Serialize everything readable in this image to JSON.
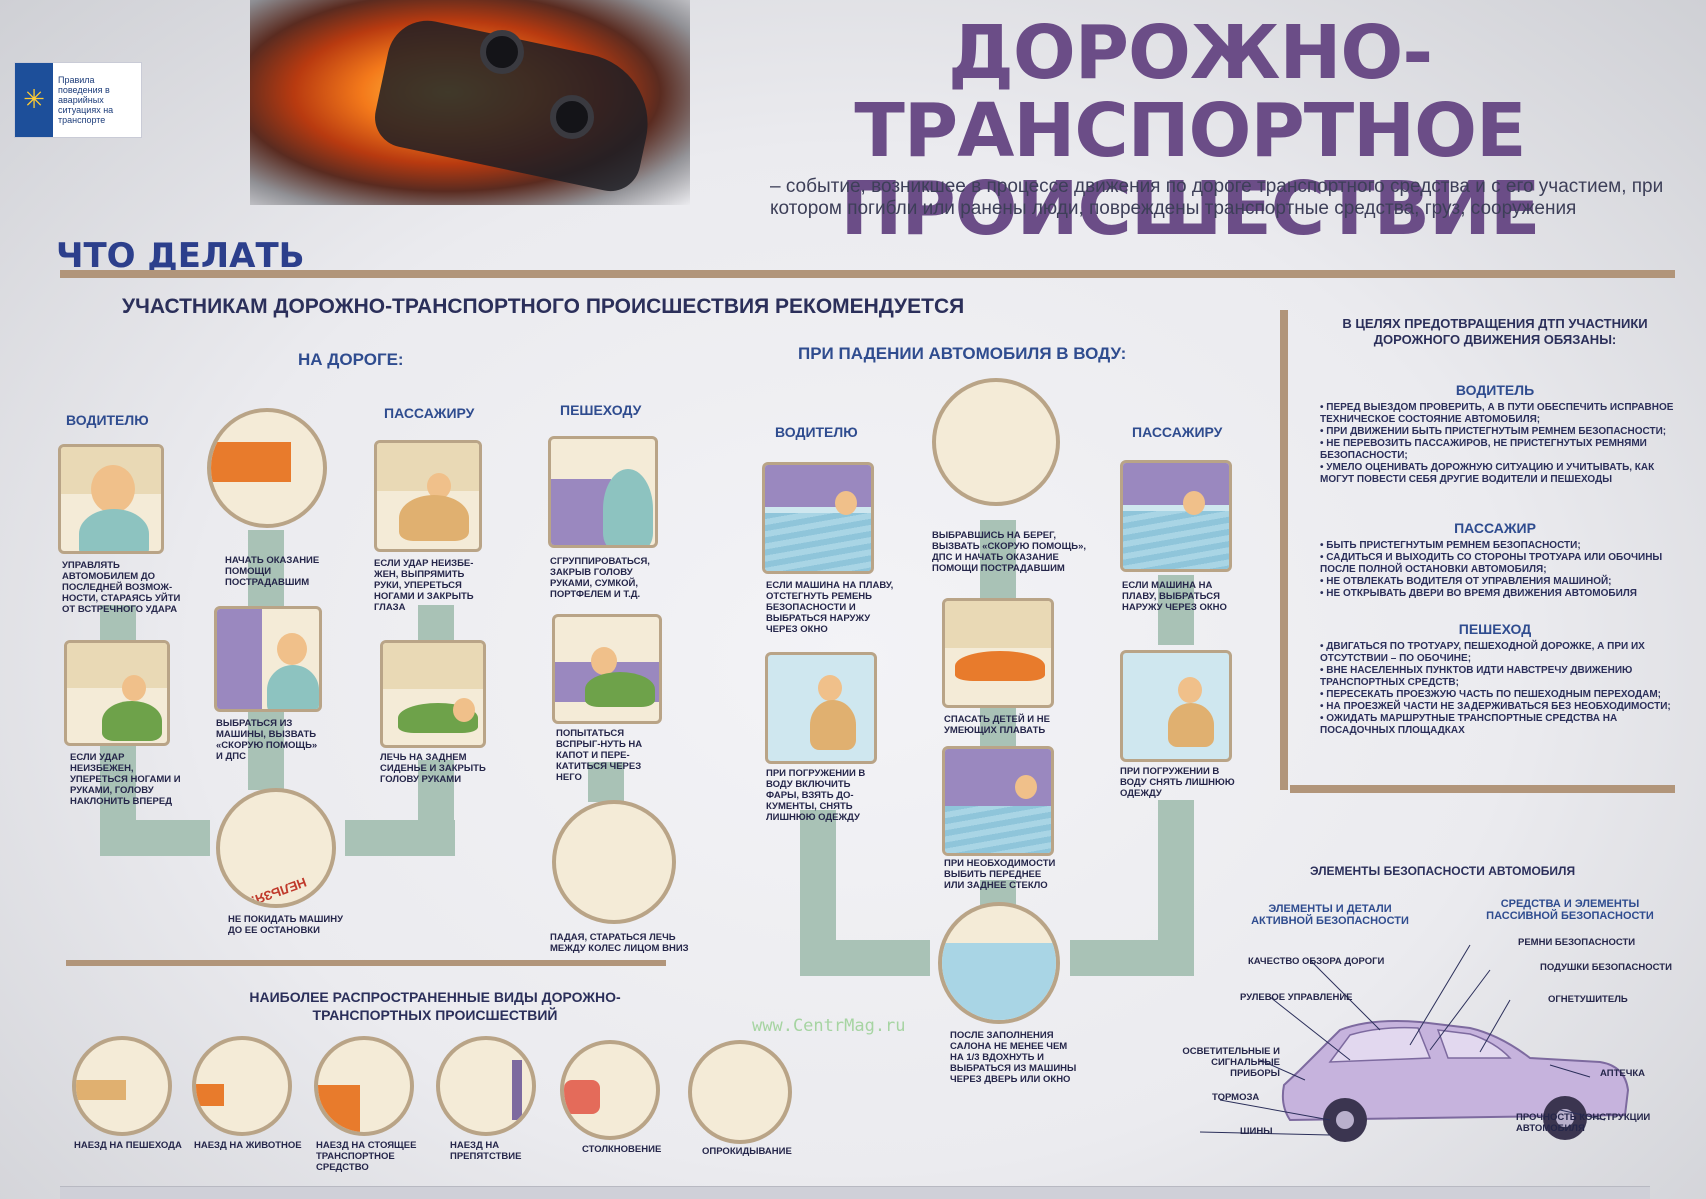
{
  "logo": {
    "text": "Правила поведения в аварийных ситуациях на транспорте",
    "icon": "emergency-star-icon"
  },
  "title": {
    "line1": "ДОРОЖНО-ТРАНСПОРТНОЕ",
    "line2": "ПРОИСШЕСТВИЕ",
    "definition": "– событие, возникшее в процессе движения по дороге транспортного средства и с его участием, при котором погибли или ранены люди, повреждены транспортные средства, груз, сооружения"
  },
  "what_to_do": "ЧТО ДЕЛАТЬ",
  "recommend_heading": "УЧАСТНИКАМ ДОРОЖНО-ТРАНСПОРТНОГО ПРОИСШЕСТВИЯ РЕКОМЕНДУЕТСЯ",
  "road": {
    "heading": "НА ДОРОГЕ:",
    "driver_label": "ВОДИТЕЛЮ",
    "passenger_label": "ПАССАЖИРУ",
    "pedestrian_label": "ПЕШЕХОДУ",
    "captions": {
      "driver1": "УПРАВЛЯТЬ АВТОМОБИЛЕМ ДО ПОСЛЕДНЕЙ ВОЗМОЖ-НОСТИ, СТАРАЯСЬ УЙТИ ОТ ВСТРЕЧНОГО УДАРА",
      "driver2": "ЕСЛИ УДАР НЕИЗБЕЖЕН, УПЕРЕТЬСЯ НОГАМИ И РУКАМИ, ГОЛОВУ НАКЛОНИТЬ ВПЕРЕД",
      "help": "НАЧАТЬ ОКАЗАНИЕ ПОМОЩИ ПОСТРАДАВШИМ",
      "exit_call": "ВЫБРАТЬСЯ ИЗ МАШИНЫ, ВЫЗВАТЬ «СКОРУЮ ПОМОЩЬ» И ДПС",
      "passenger1": "ЕСЛИ УДАР НЕИЗБЕ-ЖЕН, ВЫПРЯМИТЬ РУКИ, УПЕРЕТЬСЯ НОГАМИ И ЗАКРЫТЬ ГЛАЗА",
      "passenger2": "ЛЕЧЬ НА ЗАДНЕМ СИДЕНЬЕ И ЗАКРЫТЬ ГОЛОВУ РУКАМИ",
      "stay": "НЕ ПОКИДАТЬ МАШИНУ ДО ЕЕ ОСТАНОВКИ",
      "pedestrian1": "СГРУППИРОВАТЬСЯ, ЗАКРЫВ ГОЛОВУ РУКАМИ, СУМКОЙ, ПОРТФЕЛЕМ И Т.Д.",
      "pedestrian2": "ПОПЫТАТЬСЯ ВСПРЫГ-НУТЬ НА КАПОТ И ПЕРЕ-КАТИТЬСЯ ЧЕРЕЗ НЕГО",
      "pedestrian3": "ПАДАЯ, СТАРАТЬСЯ ЛЕЧЬ МЕЖДУ КОЛЕС ЛИЦОМ ВНИЗ"
    },
    "sign_text": "НЕЛЬЗЯ!"
  },
  "water": {
    "heading": "ПРИ ПАДЕНИИ АВТОМОБИЛЯ В ВОДУ:",
    "driver_label": "ВОДИТЕЛЮ",
    "passenger_label": "ПАССАЖИРУ",
    "captions": {
      "driver1": "ЕСЛИ МАШИНА НА ПЛАВУ, ОТСТЕГНУТЬ РЕМЕНЬ БЕЗОПАСНОСТИ И ВЫБРАТЬСЯ НАРУЖУ ЧЕРЕЗ ОКНО",
      "driver2": "ПРИ ПОГРУЖЕНИИ В ВОДУ ВКЛЮЧИТЬ ФАРЫ, ВЗЯТЬ ДО-КУМЕНТЫ, СНЯТЬ ЛИШНЮЮ ОДЕЖДУ",
      "shore": "ВЫБРАВШИСЬ НА БЕРЕГ, ВЫЗВАТЬ «СКОРУЮ ПОМОЩЬ», ДПС И НАЧАТЬ ОКАЗАНИЕ ПОМОЩИ ПОСТРАДАВШИМ",
      "children": "СПАСАТЬ ДЕТЕЙ И НЕ УМЕЮЩИХ ПЛАВАТЬ",
      "glass": "ПРИ НЕОБХОДИМОСТИ ВЫБИТЬ ПЕРЕДНЕЕ ИЛИ ЗАДНЕЕ СТЕКЛО",
      "cabin": "ПОСЛЕ ЗАПОЛНЕНИЯ САЛОНА НЕ МЕНЕЕ ЧЕМ НА 1/3 ВДОХНУТЬ И ВЫБРАТЬСЯ ИЗ МАШИНЫ ЧЕРЕЗ ДВЕРЬ ИЛИ ОКНО",
      "passenger1": "ЕСЛИ МАШИНА НА ПЛАВУ, ВЫБРАТЬСЯ НАРУЖУ ЧЕРЕЗ ОКНО",
      "passenger2": "ПРИ ПОГРУЖЕНИИ В ВОДУ СНЯТЬ ЛИШНЮЮ ОДЕЖДУ"
    }
  },
  "rules": {
    "title": "В ЦЕЛЯХ ПРЕДОТВРАЩЕНИЯ ДТП УЧАСТНИКИ ДОРОЖНОГО ДВИЖЕНИЯ ОБЯЗАНЫ:",
    "driver": {
      "label": "ВОДИТЕЛЬ",
      "items": [
        "ПЕРЕД ВЫЕЗДОМ ПРОВЕРИТЬ, А В ПУТИ ОБЕСПЕЧИТЬ ИСПРАВНОЕ ТЕХНИЧЕСКОЕ СОСТОЯНИЕ АВТОМОБИЛЯ;",
        "ПРИ ДВИЖЕНИИ БЫТЬ ПРИСТЕГНУТЫМ РЕМНЕМ БЕЗОПАСНОСТИ;",
        "НЕ ПЕРЕВОЗИТЬ ПАССАЖИРОВ, НЕ ПРИСТЕГНУТЫХ РЕМНЯМИ БЕЗОПАСНОСТИ;",
        "УМЕЛО ОЦЕНИВАТЬ ДОРОЖНУЮ СИТУАЦИЮ И УЧИТЫВАТЬ, КАК МОГУТ ПОВЕСТИ СЕБЯ ДРУГИЕ ВОДИТЕЛИ И ПЕШЕХОДЫ"
      ]
    },
    "passenger": {
      "label": "ПАССАЖИР",
      "items": [
        "БЫТЬ ПРИСТЕГНУТЫМ РЕМНЕМ БЕЗОПАСНОСТИ;",
        "САДИТЬСЯ И ВЫХОДИТЬ СО СТОРОНЫ ТРОТУАРА ИЛИ ОБОЧИНЫ ПОСЛЕ ПОЛНОЙ ОСТАНОВКИ АВТОМОБИЛЯ;",
        "НЕ ОТВЛЕКАТЬ ВОДИТЕЛЯ ОТ УПРАВЛЕНИЯ МАШИНОЙ;",
        "НЕ ОТКРЫВАТЬ ДВЕРИ ВО ВРЕМЯ ДВИЖЕНИЯ АВТОМОБИЛЯ"
      ]
    },
    "pedestrian": {
      "label": "ПЕШЕХОД",
      "items": [
        "ДВИГАТЬСЯ ПО ТРОТУАРУ, ПЕШЕХОДНОЙ ДОРОЖКЕ, А ПРИ ИХ ОТСУТСТВИИ – ПО ОБОЧИНЕ;",
        "ВНЕ НАСЕЛЕННЫХ ПУНКТОВ ИДТИ НАВСТРЕЧУ ДВИЖЕНИЮ ТРАНСПОРТНЫХ СРЕДСТВ;",
        "ПЕРЕСЕКАТЬ ПРОЕЗЖУЮ ЧАСТЬ ПО ПЕШЕХОДНЫМ ПЕРЕХОДАМ;",
        "НА ПРОЕЗЖЕЙ ЧАСТИ НЕ ЗАДЕРЖИВАТЬСЯ БЕЗ НЕОБХОДИМОСТИ;",
        "ОЖИДАТЬ МАРШРУТНЫЕ ТРАНСПОРТНЫЕ СРЕДСТВА НА ПОСАДОЧНЫХ ПЛОЩАДКАХ"
      ]
    }
  },
  "safety": {
    "title": "ЭЛЕМЕНТЫ БЕЗОПАСНОСТИ АВТОМОБИЛЯ",
    "active_title": "ЭЛЕМЕНТЫ И ДЕТАЛИ АКТИВНОЙ БЕЗОПАСНОСТИ",
    "passive_title": "СРЕДСТВА И ЭЛЕМЕНТЫ ПАССИВНОЙ БЕЗОПАСНОСТИ",
    "active_items": [
      "КАЧЕСТВО ОБЗОРА ДОРОГИ",
      "РУЛЕВОЕ УПРАВЛЕНИЕ",
      "ОСВЕТИТЕЛЬНЫЕ И СИГНАЛЬНЫЕ ПРИБОРЫ",
      "ТОРМОЗА",
      "ШИНЫ"
    ],
    "passive_items": [
      "РЕМНИ БЕЗОПАСНОСТИ",
      "ПОДУШКИ БЕЗОПАСНОСТИ",
      "ОГНЕТУШИТЕЛЬ",
      "АПТЕЧКА",
      "ПРОЧНОСТЬ КОНСТРУКЦИИ АВТОМОБИЛЯ"
    ]
  },
  "accident_types": {
    "heading": "НАИБОЛЕЕ РАСПРОСТРАНЕННЫЕ ВИДЫ ДОРОЖНО-ТРАНСПОРТНЫХ ПРОИСШЕСТВИЙ",
    "items": [
      "НАЕЗД НА ПЕШЕХОДА",
      "НАЕЗД НА ЖИВОТНОЕ",
      "НАЕЗД НА СТОЯЩЕЕ ТРАНСПОРТНОЕ СРЕДСТВО",
      "НАЕЗД НА ПРЕПЯТСТВИЕ",
      "СТОЛКНОВЕНИЕ",
      "ОПРОКИДЫВАНИЕ"
    ]
  },
  "watermark": "www.CentrMag.ru",
  "colors": {
    "title": "#6b4d87",
    "heading_blue": "#2c3f8c",
    "rule": "#b1957a",
    "arrow": "#a9c2b6",
    "car_purple": "#9a88bf"
  }
}
